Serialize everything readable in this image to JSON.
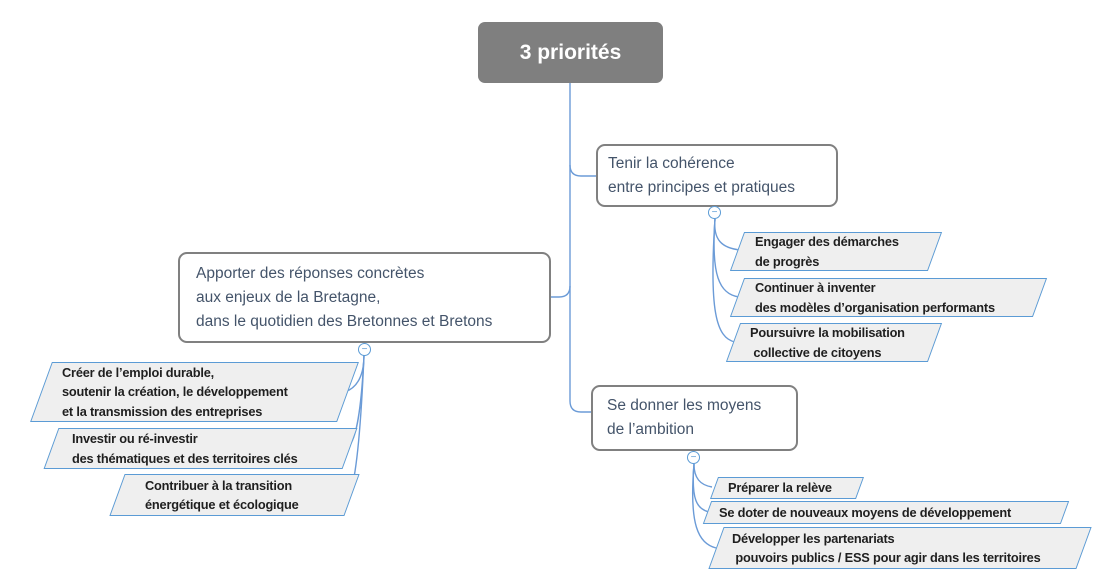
{
  "root": {
    "label": "3 priorités"
  },
  "branches": [
    {
      "id": "tenir",
      "label_lines": [
        "Tenir la cohérence",
        "entre principes et pratiques"
      ],
      "collapse_glyph": "−",
      "children": [
        {
          "label_lines": [
            "Engager des démarches",
            "de progrès"
          ]
        },
        {
          "label_lines": [
            "Continuer à inventer",
            "des modèles d’organisation performants"
          ]
        },
        {
          "label_lines": [
            "Poursuivre la mobilisation",
            " collective de citoyens"
          ]
        }
      ]
    },
    {
      "id": "apporter",
      "label_lines": [
        "Apporter des réponses concrètes",
        "aux enjeux de la Bretagne,",
        "dans le quotidien des Bretonnes et Bretons"
      ],
      "collapse_glyph": "−",
      "children": [
        {
          "label_lines": [
            "Créer de l’emploi durable,",
            "soutenir la création, le développement",
            "et la transmission des entreprises"
          ]
        },
        {
          "label_lines": [
            "Investir ou ré-investir",
            "des thématiques et des territoires clés"
          ]
        },
        {
          "label_lines": [
            "Contribuer à la transition",
            "énergétique et écologique"
          ]
        }
      ]
    },
    {
      "id": "se-donner",
      "label_lines": [
        "Se donner les moyens",
        "de l’ambition"
      ],
      "collapse_glyph": "−",
      "children": [
        {
          "label_lines": [
            "Préparer la relève"
          ]
        },
        {
          "label_lines": [
            "Se doter de nouveaux moyens de développement"
          ]
        },
        {
          "label_lines": [
            "Développer les partenariats",
            " pouvoirs publics / ESS pour agir dans les territoires"
          ]
        }
      ]
    }
  ],
  "colors": {
    "root_fill": "#7f7f7f",
    "topic_border": "#808080",
    "topic_text": "#44546a",
    "leaf_fill": "#efefef",
    "leaf_border": "#5b9bd5",
    "leaf_text": "#1f1f1f",
    "connector": "#6b9bd7"
  }
}
